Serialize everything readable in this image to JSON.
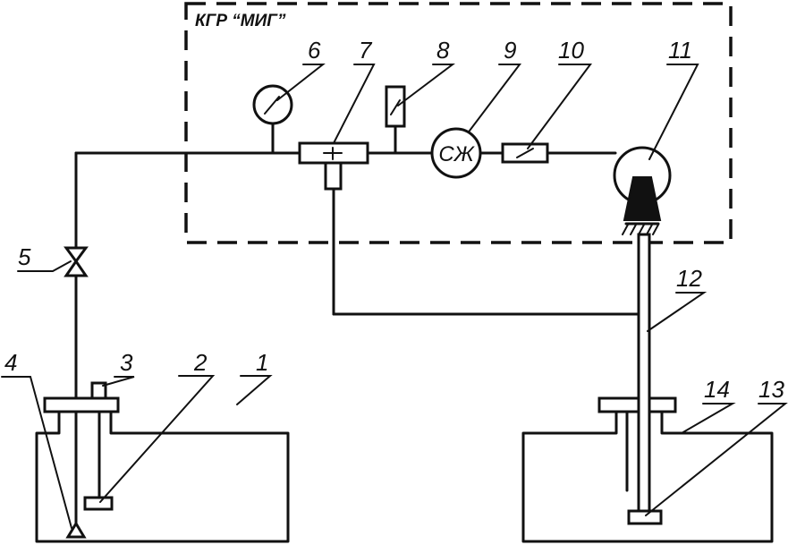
{
  "diagram": {
    "title": "КГР “МИГ”",
    "meter_symbol": "СЖ",
    "labels": {
      "n1": "1",
      "n2": "2",
      "n3": "3",
      "n4": "4",
      "n5": "5",
      "n6": "6",
      "n7": "7",
      "n8": "8",
      "n9": "9",
      "n10": "10",
      "n11": "11",
      "n12": "12",
      "n13": "13",
      "n14": "14"
    }
  }
}
